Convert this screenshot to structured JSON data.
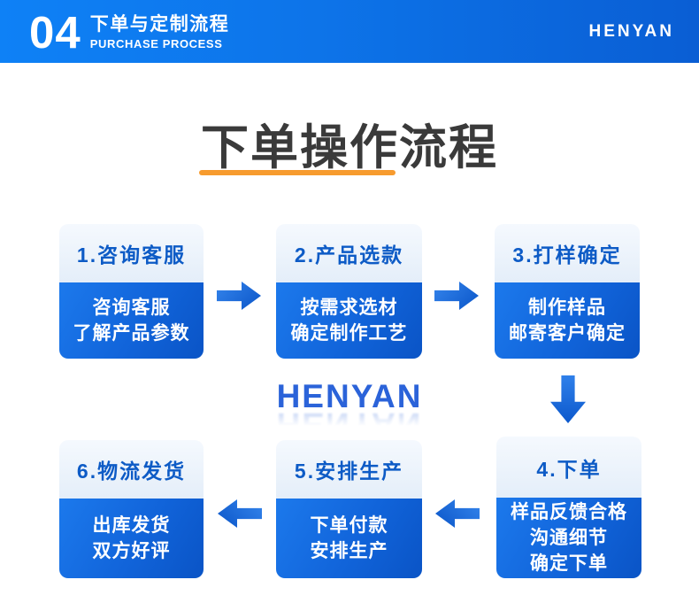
{
  "header": {
    "number": "04",
    "title": "下单与定制流程",
    "subtitle": "PURCHASE PROCESS",
    "brand": "HENYAN"
  },
  "main": {
    "title": "下单操作流程",
    "watermark": "HENYAN"
  },
  "steps": [
    {
      "label": "1.咨询客服",
      "lines": [
        "咨询客服",
        "了解产品参数"
      ]
    },
    {
      "label": "2.产品选款",
      "lines": [
        "按需求选材",
        "确定制作工艺"
      ]
    },
    {
      "label": "3.打样确定",
      "lines": [
        "制作样品",
        "邮寄客户确定"
      ]
    },
    {
      "label": "4.下单",
      "lines": [
        "样品反馈合格",
        "沟通细节",
        "确定下单"
      ]
    },
    {
      "label": "5.安排生产",
      "lines": [
        "下单付款",
        "安排生产"
      ]
    },
    {
      "label": "6.物流发货",
      "lines": [
        "出库发货",
        "双方好评"
      ]
    }
  ],
  "icons": {
    "flow_arrows": [
      "arrow-right-icon",
      "arrow-right-icon",
      "arrow-down-icon",
      "arrow-left-icon",
      "arrow-left-icon"
    ]
  },
  "colors": {
    "header_gradient_start": "#0e81f6",
    "header_gradient_end": "#0a5ed4",
    "accent_orange": "#f79b2e",
    "card_header_bg": "#e9f1fb",
    "card_header_text": "#0d5bc6",
    "card_body_gradient_start": "#1c79ec",
    "card_body_gradient_end": "#0a54c6",
    "watermark_blue": "#2b63d9",
    "title_text": "#3a3a3a"
  }
}
